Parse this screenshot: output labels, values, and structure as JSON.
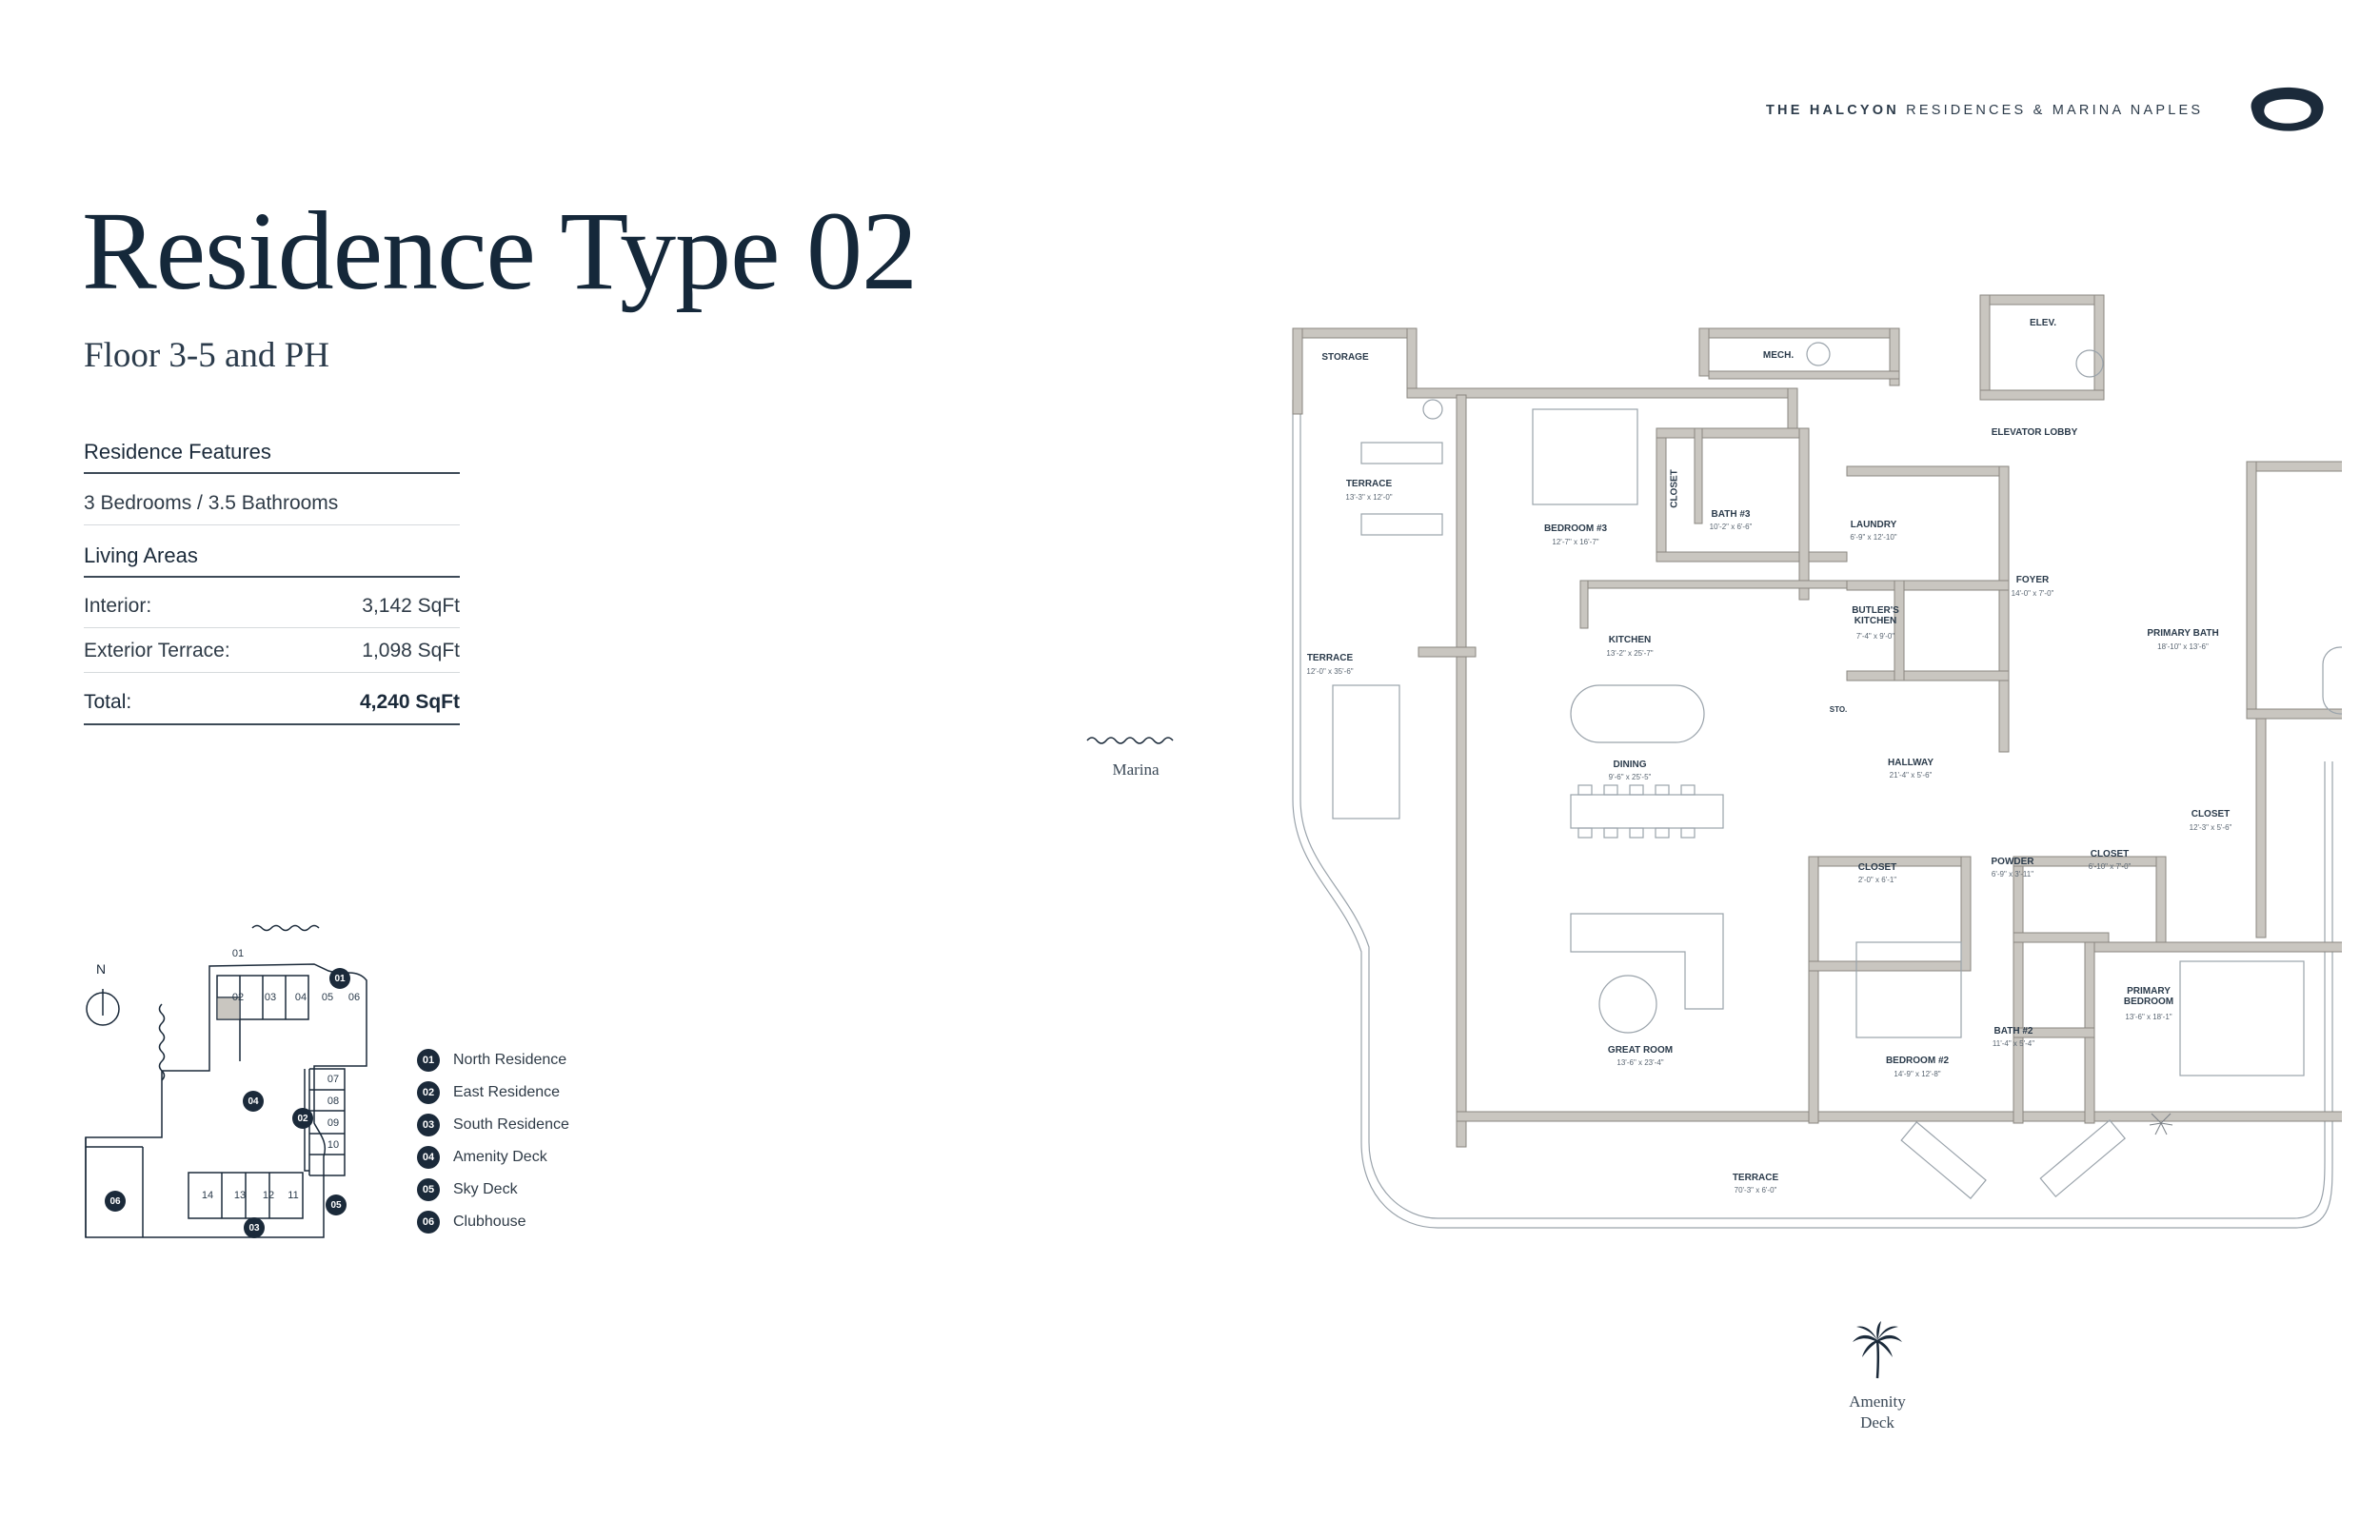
{
  "header": {
    "brand_bold": "THE HALCYON",
    "brand_rest": "RESIDENCES & MARINA NAPLES",
    "logo_icon": "halcyon-ring-logo"
  },
  "residence": {
    "title": "Residence Type 02",
    "subtitle": "Floor 3-5 and PH"
  },
  "features": {
    "heading": "Residence Features",
    "bedrooms_baths": "3 Bedrooms / 3.5 Bathrooms"
  },
  "living_areas": {
    "heading": "Living Areas",
    "rows": [
      {
        "label": "Interior:",
        "value": "3,142 SqFt"
      },
      {
        "label": "Exterior Terrace:",
        "value": "1,098 SqFt"
      },
      {
        "label": "Total:",
        "value": "4,240 SqFt"
      }
    ]
  },
  "site_plan": {
    "north_label": "N",
    "unit_numbers": [
      "01",
      "02",
      "03",
      "04",
      "05",
      "06",
      "07",
      "08",
      "09",
      "10",
      "11",
      "12",
      "13",
      "14"
    ],
    "markers": [
      "01",
      "02",
      "03",
      "04",
      "05",
      "06"
    ],
    "legend": [
      {
        "num": "01",
        "label": "North Residence"
      },
      {
        "num": "02",
        "label": "East Residence"
      },
      {
        "num": "03",
        "label": "South Residence"
      },
      {
        "num": "04",
        "label": "Amenity Deck"
      },
      {
        "num": "05",
        "label": "Sky Deck"
      },
      {
        "num": "06",
        "label": "Clubhouse"
      }
    ]
  },
  "floor_plan": {
    "marina_label": "Marina",
    "amenity_label_1": "Amenity",
    "amenity_label_2": "Deck",
    "rooms": [
      {
        "name": "STORAGE",
        "dim": ""
      },
      {
        "name": "MECH.",
        "dim": ""
      },
      {
        "name": "ELEV.",
        "dim": ""
      },
      {
        "name": "ELEVATOR LOBBY",
        "dim": ""
      },
      {
        "name": "TERRACE",
        "dim": "13'-3\" x 12'-0\""
      },
      {
        "name": "BEDROOM #3",
        "dim": "12'-7\" x 16'-7\""
      },
      {
        "name": "CLOSET",
        "dim": ""
      },
      {
        "name": "BATH #3",
        "dim": "10'-2\" x 6'-6\""
      },
      {
        "name": "LAUNDRY",
        "dim": "6'-9\" x 12'-10\""
      },
      {
        "name": "FOYER",
        "dim": "14'-0\" x 7'-0\""
      },
      {
        "name": "PRIMARY BATH",
        "dim": "18'-10\" x 13'-6\""
      },
      {
        "name": "BUTLER'S KITCHEN",
        "dim": "7'-4\" x 9'-0\""
      },
      {
        "name": "KITCHEN",
        "dim": "13'-2\" x 25'-7\""
      },
      {
        "name": "TERRACE",
        "dim": "12'-0\" x 35'-6\""
      },
      {
        "name": "STO.",
        "dim": ""
      },
      {
        "name": "HALLWAY",
        "dim": "21'-4\" x 5'-6\""
      },
      {
        "name": "DINING",
        "dim": "9'-6\" x 25'-5\""
      },
      {
        "name": "CLOSET",
        "dim": "12'-3\" x 5'-6\""
      },
      {
        "name": "CLOSET",
        "dim": "2'-0\" x 6'-1\""
      },
      {
        "name": "POWDER",
        "dim": "6'-9\" x 3'-11\""
      },
      {
        "name": "CLOSET",
        "dim": "6'-10\" x 7'-0\""
      },
      {
        "name": "PRIMARY BEDROOM",
        "dim": "13'-6\" x 18'-1\""
      },
      {
        "name": "BATH #2",
        "dim": "11'-4\" x 5'-4\""
      },
      {
        "name": "GREAT ROOM",
        "dim": "13'-6\" x 23'-4\""
      },
      {
        "name": "BEDROOM #2",
        "dim": "14'-9\" x 12'-8\""
      },
      {
        "name": "TERRACE",
        "dim": "70'-3\" x 6'-0\""
      }
    ]
  },
  "colors": {
    "navy": "#1b2a3a",
    "wall": "#c9c6c0",
    "wall_edge": "#8a8780",
    "line": "#9aa3ab"
  }
}
